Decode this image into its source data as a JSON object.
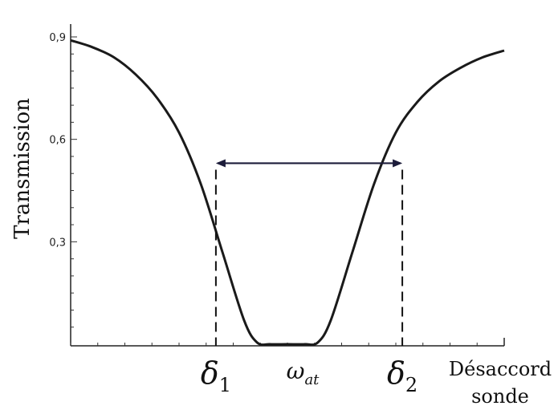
{
  "chart_data": {
    "type": "line",
    "ylabel": "Transmission",
    "xlabel_line1": "Désaccord",
    "xlabel_line2": "sonde",
    "ylim": [
      0.0,
      0.9
    ],
    "yticks": [
      {
        "value": 0.9,
        "label": "0,9"
      },
      {
        "value": 0.6,
        "label": "0,6"
      },
      {
        "value": 0.3,
        "label": "0,3"
      }
    ],
    "x_range": [
      0,
      100
    ],
    "series": [
      {
        "x": [
          0,
          5,
          10,
          15,
          20,
          25,
          30,
          35,
          40,
          43,
          46,
          50,
          54,
          57,
          60,
          65,
          70,
          75,
          80,
          85,
          90,
          95,
          100
        ],
        "y": [
          0.89,
          0.87,
          0.84,
          0.79,
          0.72,
          0.62,
          0.47,
          0.27,
          0.07,
          0.005,
          0.0,
          0.0,
          0.0,
          0.005,
          0.07,
          0.27,
          0.47,
          0.62,
          0.71,
          0.77,
          0.81,
          0.84,
          0.86
        ]
      }
    ],
    "markers": {
      "delta1": {
        "symbol": "δ",
        "sub": "1",
        "x": 33.5
      },
      "delta2": {
        "symbol": "δ",
        "sub": "2",
        "x": 76.5
      },
      "omega": {
        "symbol": "ω",
        "sub": "at",
        "x": 55
      }
    },
    "arrow_y": 0.53,
    "colors": {
      "curve": "#1a1a1a",
      "arrow": "#1c1c3a",
      "axis": "#222222"
    }
  }
}
